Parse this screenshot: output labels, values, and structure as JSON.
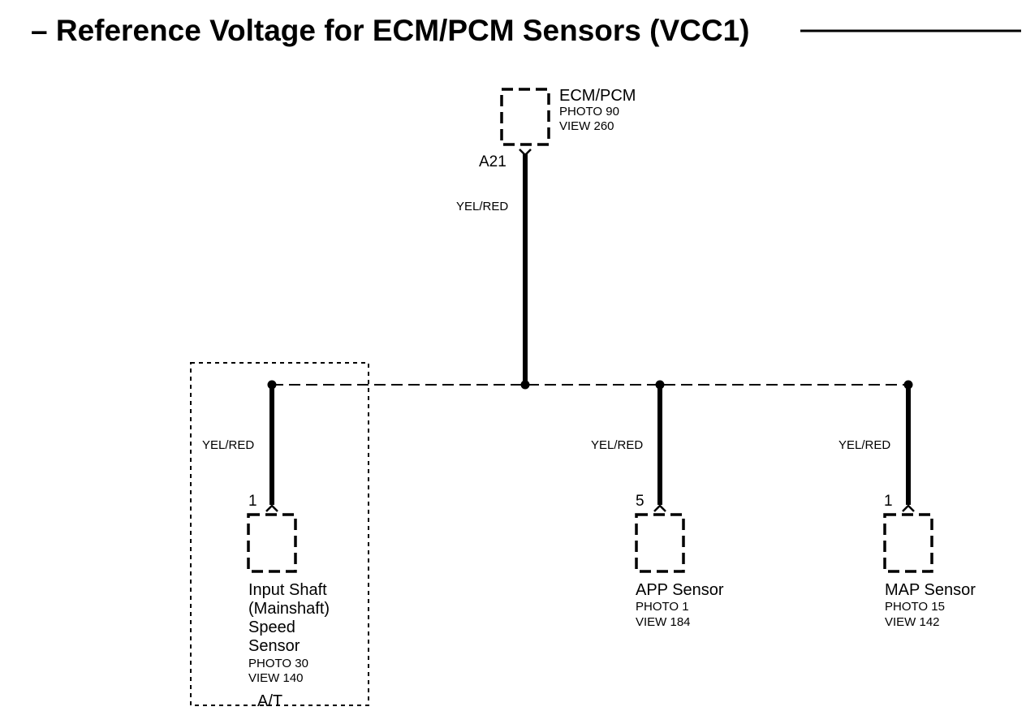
{
  "title": "– Reference Voltage for ECM/PCM Sensors (VCC1)",
  "ecm": {
    "name": "ECM/PCM",
    "photo": "PHOTO 90",
    "view": "VIEW 260",
    "pin": "A21",
    "wire": "YEL/RED"
  },
  "sensors": [
    {
      "key": "input-shaft",
      "name_lines": [
        "Input Shaft",
        "(Mainshaft)",
        "Speed",
        "Sensor"
      ],
      "photo": "PHOTO 30",
      "view": "VIEW 140",
      "pin": "1",
      "wire": "YEL/RED",
      "group": "A/T"
    },
    {
      "key": "app",
      "name_lines": [
        "APP Sensor"
      ],
      "photo": "PHOTO 1",
      "view": "VIEW 184",
      "pin": "5",
      "wire": "YEL/RED"
    },
    {
      "key": "map",
      "name_lines": [
        "MAP Sensor"
      ],
      "photo": "PHOTO 15",
      "view": "VIEW 142",
      "pin": "1",
      "wire": "YEL/RED"
    }
  ]
}
